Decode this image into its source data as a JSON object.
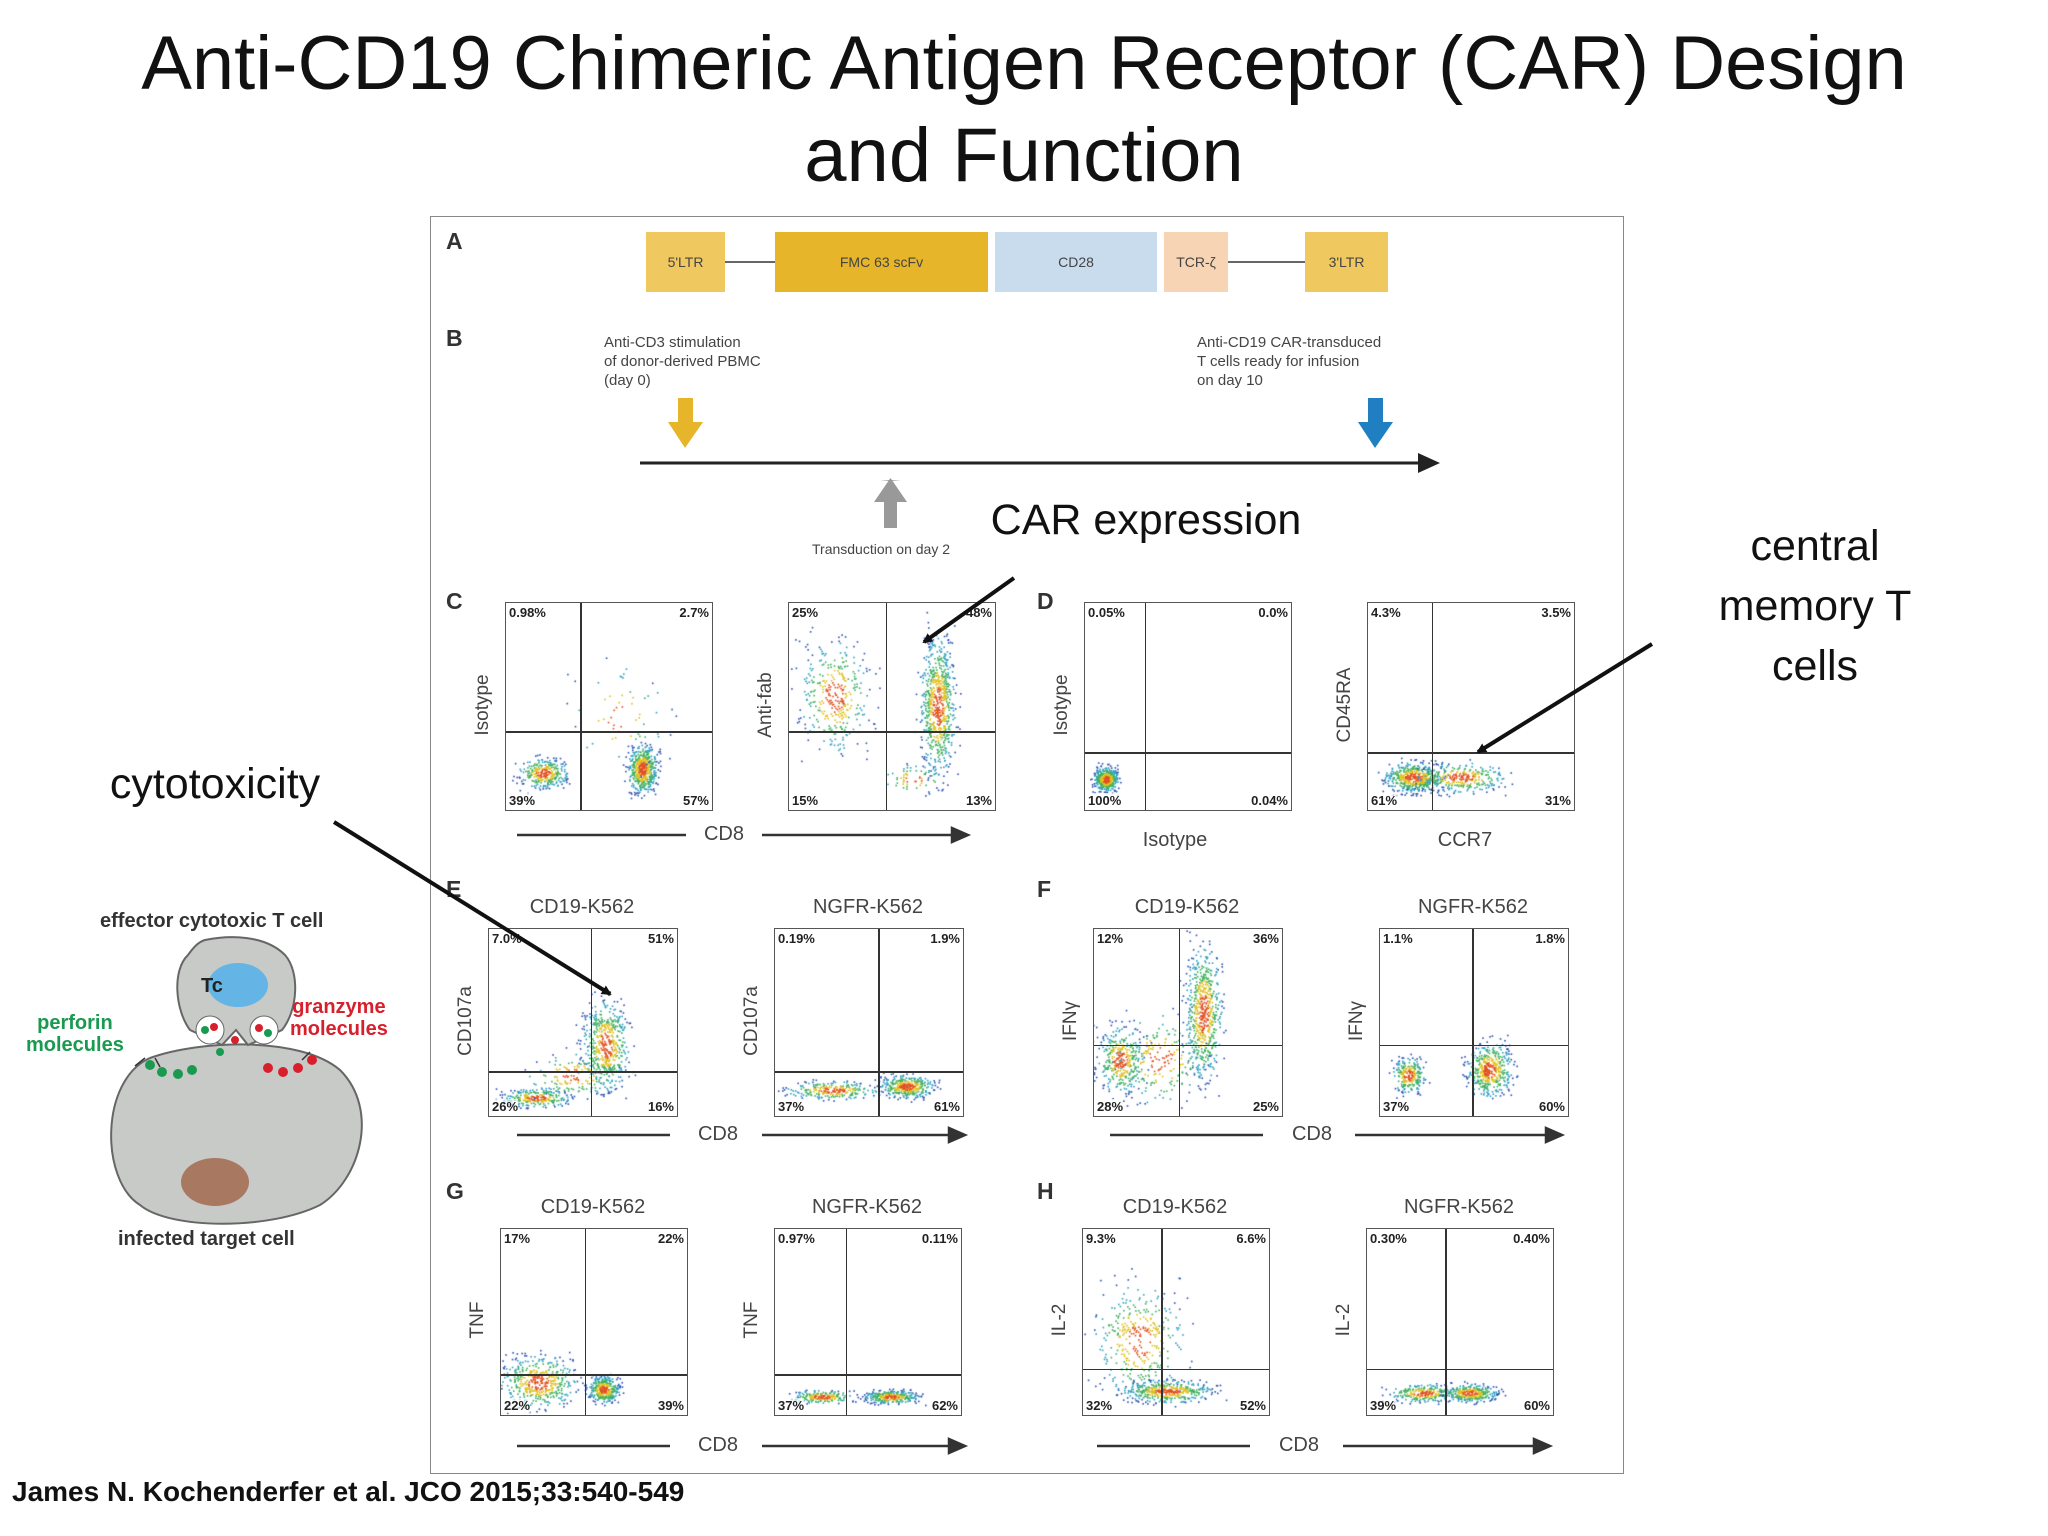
{
  "title_line1": "Anti-CD19 Chimeric Antigen Receptor (CAR) Design",
  "title_line2": "and Function",
  "panels": {
    "A": "A",
    "B": "B",
    "C": "C",
    "D": "D",
    "E": "E",
    "F": "F",
    "G": "G",
    "H": "H"
  },
  "construct": {
    "ltr5": "5'LTR",
    "scfv": "FMC 63 scFv",
    "cd28": "CD28",
    "tcrz": "TCR-ζ",
    "ltr3": "3'LTR",
    "colors": {
      "ltr": "#f0c860",
      "scfv": "#e6b52a",
      "cd28": "#c9dcee",
      "tcrz": "#f6d4b4"
    }
  },
  "timeline": {
    "start_line1": "Anti-CD3 stimulation",
    "start_line2": "of donor-derived PBMC",
    "start_line3": "(day 0)",
    "end_line1": "Anti-CD19 CAR-transduced",
    "end_line2": "T cells ready for infusion",
    "end_line3": "on day 10",
    "transduction": "Transduction on day 2",
    "colors": {
      "start_arrow": "#e6b52a",
      "end_arrow": "#1f7fc0",
      "mid_arrow": "#999999"
    }
  },
  "plots": [
    {
      "id": "c1",
      "ylabel": "Isotype",
      "title": "",
      "q": [
        "0.98%",
        "2.7%",
        "39%",
        "57%"
      ]
    },
    {
      "id": "c2",
      "ylabel": "Anti-fab",
      "title": "",
      "q": [
        "25%",
        "48%",
        "15%",
        "13%"
      ]
    },
    {
      "id": "d1",
      "ylabel": "Isotype",
      "title": "",
      "q": [
        "0.05%",
        "0.0%",
        "100%",
        "0.04%"
      ]
    },
    {
      "id": "d2",
      "ylabel": "CD45RA",
      "title": "",
      "q": [
        "4.3%",
        "3.5%",
        "61%",
        "31%"
      ]
    },
    {
      "id": "e1",
      "ylabel": "CD107a",
      "title": "CD19-K562",
      "q": [
        "7.0%",
        "51%",
        "26%",
        "16%"
      ]
    },
    {
      "id": "e2",
      "ylabel": "CD107a",
      "title": "NGFR-K562",
      "q": [
        "0.19%",
        "1.9%",
        "37%",
        "61%"
      ]
    },
    {
      "id": "f1",
      "ylabel": "IFNγ",
      "title": "CD19-K562",
      "q": [
        "12%",
        "36%",
        "28%",
        "25%"
      ]
    },
    {
      "id": "f2",
      "ylabel": "IFNγ",
      "title": "NGFR-K562",
      "q": [
        "1.1%",
        "1.8%",
        "37%",
        "60%"
      ]
    },
    {
      "id": "g1",
      "ylabel": "TNF",
      "title": "CD19-K562",
      "q": [
        "17%",
        "22%",
        "22%",
        "39%"
      ]
    },
    {
      "id": "g2",
      "ylabel": "TNF",
      "title": "NGFR-K562",
      "q": [
        "0.97%",
        "0.11%",
        "37%",
        "62%"
      ]
    },
    {
      "id": "h1",
      "ylabel": "IL-2",
      "title": "CD19-K562",
      "q": [
        "9.3%",
        "6.6%",
        "32%",
        "52%"
      ]
    },
    {
      "id": "h2",
      "ylabel": "IL-2",
      "title": "NGFR-K562",
      "q": [
        "0.30%",
        "0.40%",
        "39%",
        "60%"
      ]
    }
  ],
  "xaxes": {
    "c": "CD8",
    "d1": "Isotype",
    "d2": "CCR7",
    "ef": "CD8",
    "e": "CD8",
    "f": "CD8",
    "g": "CD8",
    "h": "CD8"
  },
  "annotations": {
    "car_expression": "CAR expression",
    "central_memory_line1": "central",
    "central_memory_line2": "memory T",
    "central_memory_line3": "cells",
    "cytotoxicity": "cytotoxicity"
  },
  "cell_diagram": {
    "effector": "effector cytotoxic T cell",
    "tc": "Tc",
    "perforin_line1": "perforin",
    "perforin_line2": "molecules",
    "granzyme_line1": "granzyme",
    "granzyme_line2": "molecules",
    "target": "infected target cell",
    "colors": {
      "cell": "#c8cac8",
      "nucleus_tc": "#64b4e6",
      "nucleus_target": "#a87860",
      "perforin": "#1a9a50",
      "granzyme": "#d8202c"
    }
  },
  "citation": "James N. Kochenderfer et al. JCO 2015;33:540-549"
}
